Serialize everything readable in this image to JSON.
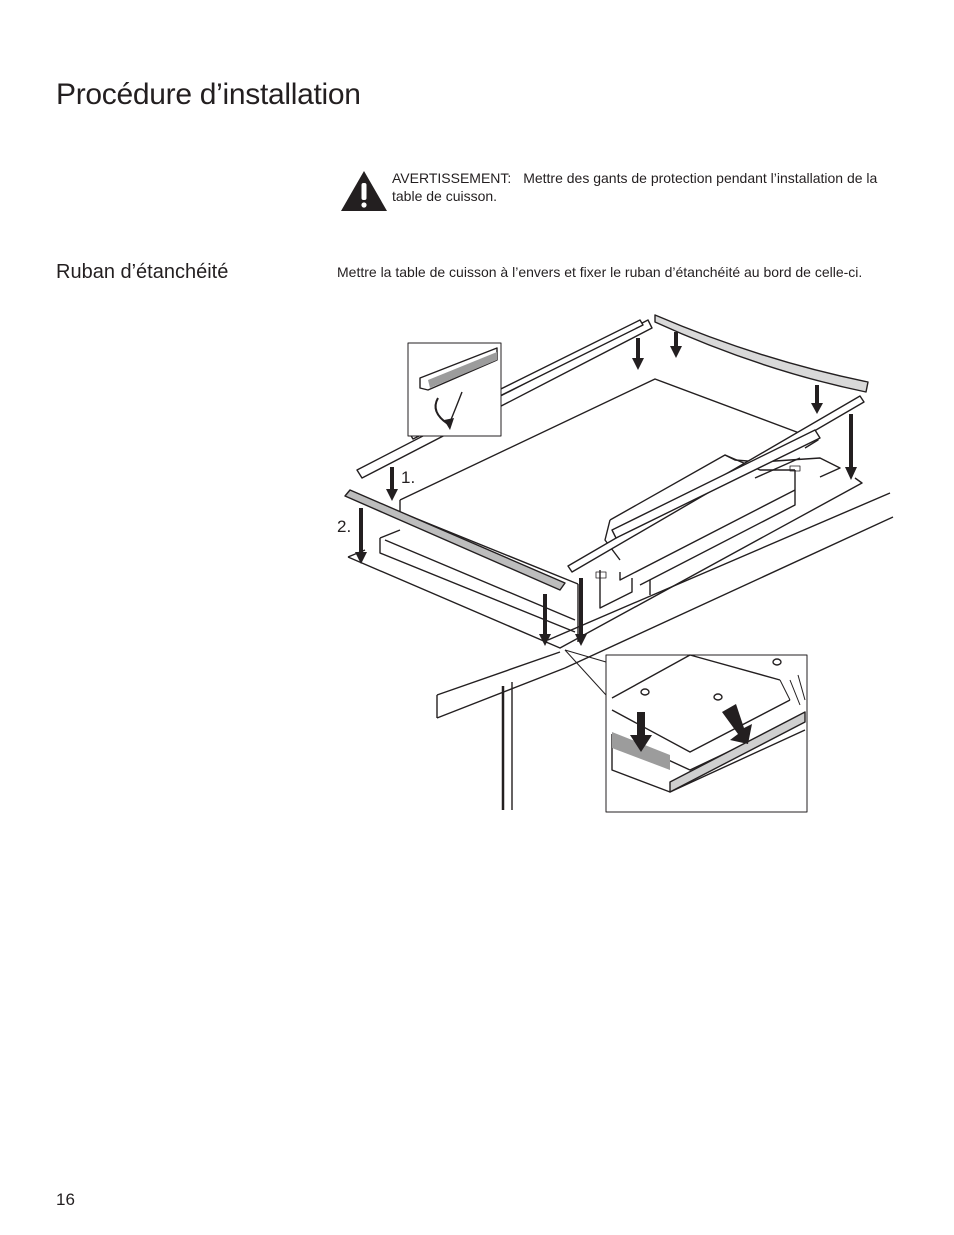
{
  "page": {
    "title": "Procédure d’installation",
    "page_number": "16"
  },
  "warning": {
    "label": "AVERTISSEMENT:",
    "text": "Mettre des gants de protection pendant l’installation de la table de cuisson.",
    "icon": "warning-triangle-icon"
  },
  "section": {
    "heading": "Ruban d’étanchéité",
    "text": "Mettre la table de cuisson à l’envers et fixer le ruban d’étanchéité au bord de celle-ci."
  },
  "illustration": {
    "step_1": "1.",
    "step_2": "2."
  }
}
